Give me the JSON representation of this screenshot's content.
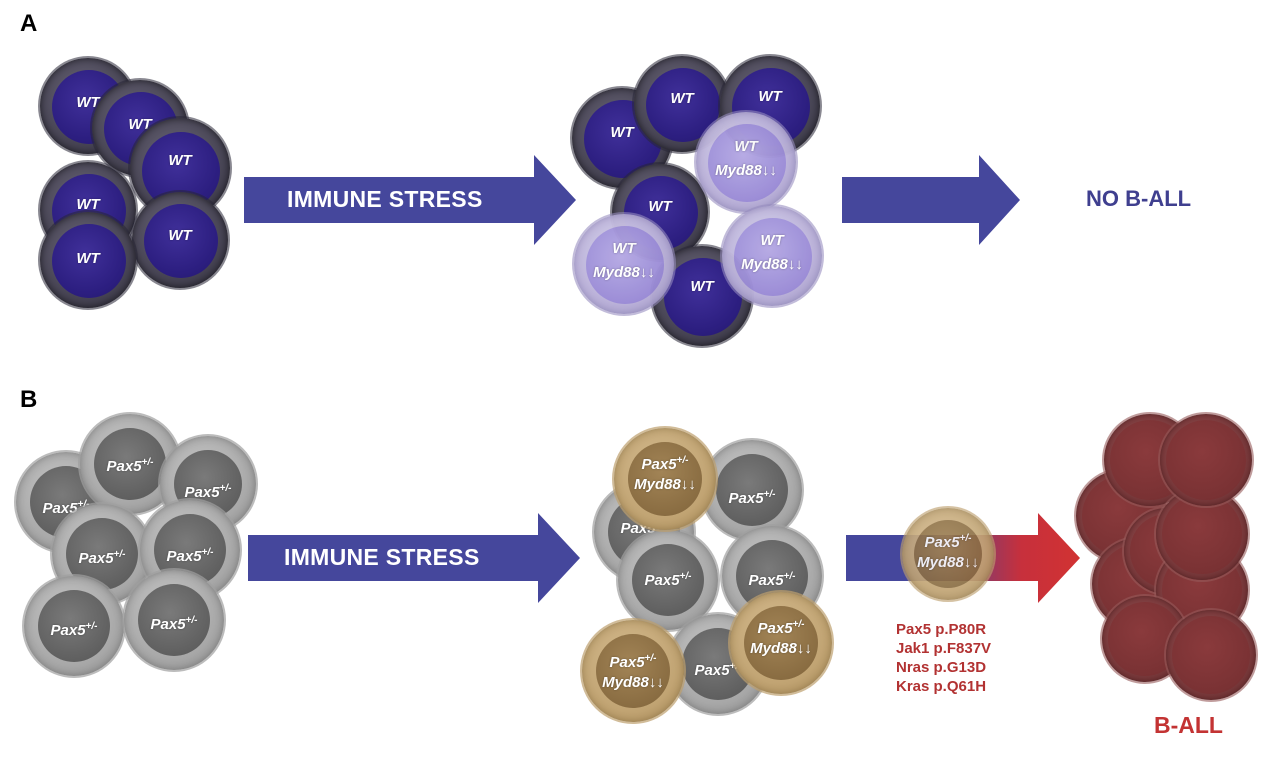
{
  "panels": [
    {
      "label": "A",
      "cells_start": [
        {
          "genotype": "WT"
        },
        {
          "genotype": "WT"
        },
        {
          "genotype": "WT"
        },
        {
          "genotype": "WT"
        },
        {
          "genotype": "WT"
        },
        {
          "genotype": "WT"
        }
      ],
      "arrow1_label": "IMMUNE STRESS",
      "cells_mid": [
        {
          "genotype": "WT"
        },
        {
          "genotype": "WT"
        },
        {
          "genotype": "WT"
        },
        {
          "genotype": "WT",
          "modifier": "Myd88↓↓"
        },
        {
          "genotype": "WT"
        },
        {
          "genotype": "WT",
          "modifier": "Myd88↓↓"
        },
        {
          "genotype": "WT",
          "modifier": "Myd88↓↓"
        },
        {
          "genotype": "WT"
        }
      ],
      "outcome": "NO B-ALL",
      "colors": {
        "arrow": "#45479c",
        "outcome_text": "#3f3f8f"
      }
    },
    {
      "label": "B",
      "genotype_base": "Pax5",
      "genotype_sup": "+/-",
      "arrow1_label": "IMMUNE STRESS",
      "cells_start_count": 7,
      "cells_mid": [
        {
          "modifier": "Myd88↓↓"
        },
        {
          "modifier": ""
        },
        {
          "modifier": ""
        },
        {
          "modifier": ""
        },
        {
          "modifier": ""
        },
        {
          "modifier": "Myd88↓↓"
        },
        {
          "modifier": ""
        },
        {
          "modifier": "Myd88↓↓"
        }
      ],
      "transition_cell": {
        "modifier": "Myd88↓↓"
      },
      "mutations": [
        "Pax5 p.P80R",
        "Jak1 p.F837V",
        "Nras p.G13D",
        "Kras p.Q61H"
      ],
      "outcome": "B-ALL",
      "colors": {
        "arrow": "#45479c",
        "arrow_end": "#d13232",
        "outcome_text": "#c33333",
        "mutation_text": "#b23232"
      }
    }
  ]
}
